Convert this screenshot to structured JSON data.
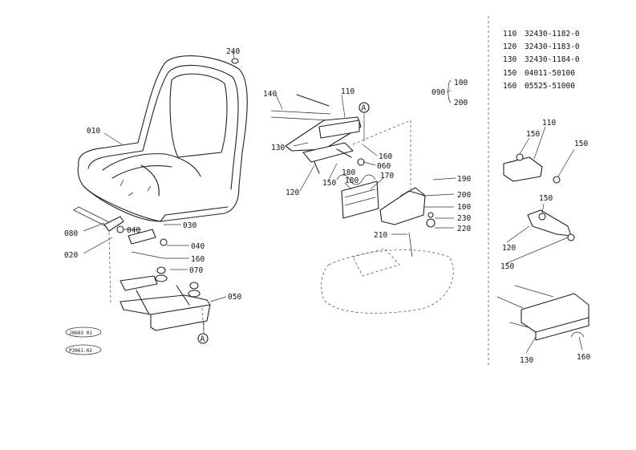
{
  "parts_list": [
    {
      "ref": "110",
      "part_no": "32430-1182-0"
    },
    {
      "ref": "120",
      "part_no": "32430-1183-0"
    },
    {
      "ref": "130",
      "part_no": "32430-1184-0"
    },
    {
      "ref": "150",
      "part_no": "04011-50100"
    },
    {
      "ref": "160",
      "part_no": "05525-51000"
    }
  ],
  "callouts": {
    "c010": "010",
    "c020": "020",
    "c030": "030",
    "c040a": "040",
    "c040b": "040",
    "c050": "050",
    "c060": "060",
    "c070": "070",
    "c080": "080",
    "c090": "090",
    "c100a": "100",
    "c100b": "100",
    "c110a": "110",
    "c110b": "110",
    "c120a": "120",
    "c120b": "120",
    "c130a": "130",
    "c130b": "130",
    "c140": "140",
    "c150a": "150",
    "c150b": "150",
    "c150c": "150",
    "c150d": "150",
    "c150e": "150",
    "c160a": "160",
    "c160b": "160",
    "c160c": "160",
    "c170": "170",
    "c180a": "180",
    "c180b": "180",
    "c190": "190",
    "c200a": "200",
    "c200b": "200",
    "c210": "210",
    "c220": "220",
    "c230": "230",
    "c240": "240",
    "refA1": "A",
    "refA2": "A"
  },
  "stamps": [
    "J0693 01",
    "P3061-02"
  ]
}
